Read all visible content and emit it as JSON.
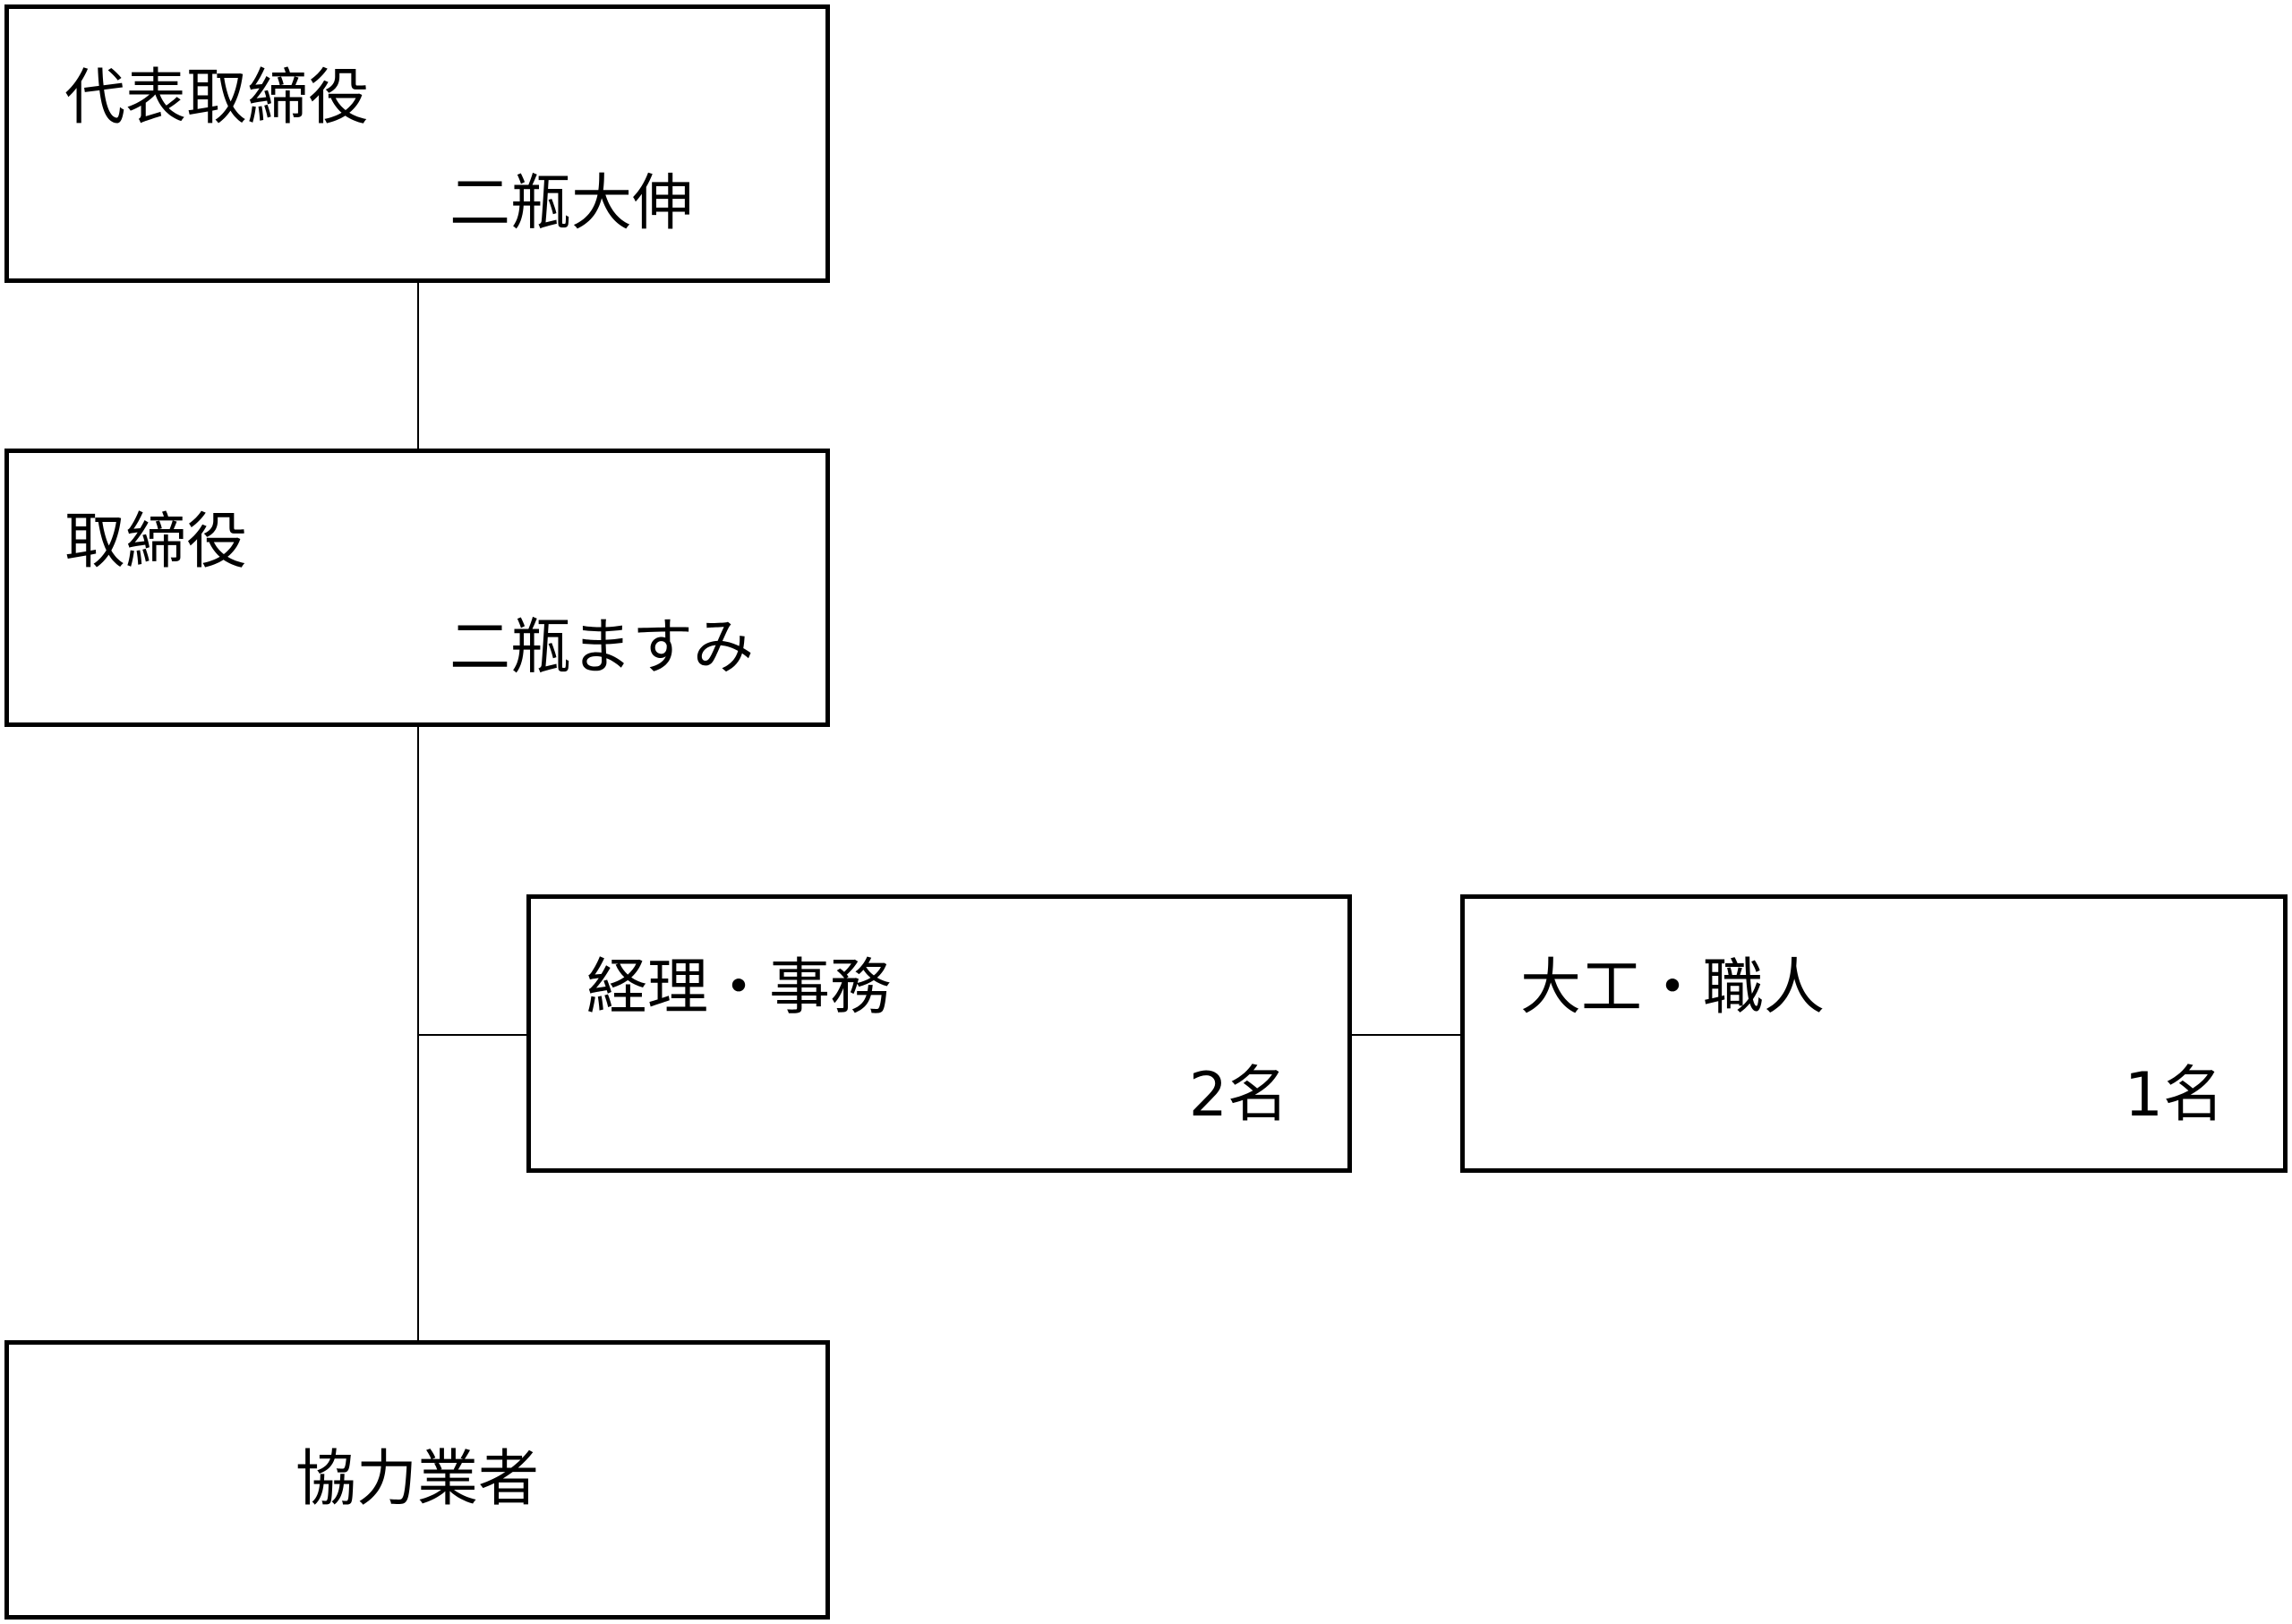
{
  "org_chart": {
    "president": {
      "title": "代表取締役",
      "name": "二瓶大伸"
    },
    "director": {
      "title": "取締役",
      "name": "二瓶ますみ"
    },
    "accounting": {
      "title": "経理・事務",
      "count": "2名"
    },
    "carpenters": {
      "title": "大工・職人",
      "count": "1名"
    },
    "partners": {
      "title": "協力業者"
    }
  }
}
